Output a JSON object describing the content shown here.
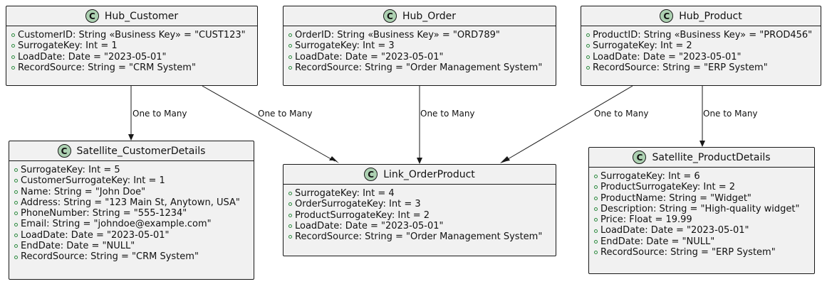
{
  "classes": {
    "hub_customer": {
      "name": "Hub_Customer",
      "badge": "C",
      "attributes": [
        "CustomerID: String «Business Key» = \"CUST123\"",
        "SurrogateKey: Int = 1",
        "LoadDate: Date = \"2023-05-01\"",
        "RecordSource: String = \"CRM System\""
      ]
    },
    "hub_order": {
      "name": "Hub_Order",
      "badge": "C",
      "attributes": [
        "OrderID: String «Business Key» = \"ORD789\"",
        "SurrogateKey: Int = 3",
        "LoadDate: Date = \"2023-05-01\"",
        "RecordSource: String = \"Order Management System\""
      ]
    },
    "hub_product": {
      "name": "Hub_Product",
      "badge": "C",
      "attributes": [
        "ProductID: String «Business Key» = \"PROD456\"",
        "SurrogateKey: Int = 2",
        "LoadDate: Date = \"2023-05-01\"",
        "RecordSource: String = \"ERP System\""
      ]
    },
    "satellite_customer": {
      "name": "Satellite_CustomerDetails",
      "badge": "C",
      "attributes": [
        "SurrogateKey: Int = 5",
        "CustomerSurrogateKey: Int = 1",
        "Name: String = \"John Doe\"",
        "Address: String = \"123 Main St, Anytown, USA\"",
        "PhoneNumber: String = \"555-1234\"",
        "Email: String = \"johndoe@example.com\"",
        "LoadDate: Date = \"2023-05-01\"",
        "EndDate: Date = \"NULL\"",
        "RecordSource: String = \"CRM System\""
      ]
    },
    "link_orderproduct": {
      "name": "Link_OrderProduct",
      "badge": "C",
      "attributes": [
        "SurrogateKey: Int = 4",
        "OrderSurrogateKey: Int = 3",
        "ProductSurrogateKey: Int = 2",
        "LoadDate: Date = \"2023-05-01\"",
        "RecordSource: String = \"Order Management System\""
      ]
    },
    "satellite_product": {
      "name": "Satellite_ProductDetails",
      "badge": "C",
      "attributes": [
        "SurrogateKey: Int = 6",
        "ProductSurrogateKey: Int = 2",
        "ProductName: String = \"Widget\"",
        "Description: String = \"High-quality widget\"",
        "Price: Float = 19.99",
        "LoadDate: Date = \"2023-05-01\"",
        "EndDate: Date = \"NULL\"",
        "RecordSource: String = \"ERP System\""
      ]
    }
  },
  "edges": [
    {
      "from": "Hub_Customer",
      "to": "Satellite_CustomerDetails",
      "label": "One to Many"
    },
    {
      "from": "Hub_Customer",
      "to": "Link_OrderProduct",
      "label": "One to Many"
    },
    {
      "from": "Hub_Order",
      "to": "Link_OrderProduct",
      "label": "One to Many"
    },
    {
      "from": "Hub_Product",
      "to": "Link_OrderProduct",
      "label": "One to Many"
    },
    {
      "from": "Hub_Product",
      "to": "Satellite_ProductDetails",
      "label": "One to Many"
    }
  ],
  "colors": {
    "class_fill": "#f1f1f1",
    "class_border": "#181818",
    "badge_fill": "#add1b2",
    "attribute_marker": "#2b8a3e"
  }
}
